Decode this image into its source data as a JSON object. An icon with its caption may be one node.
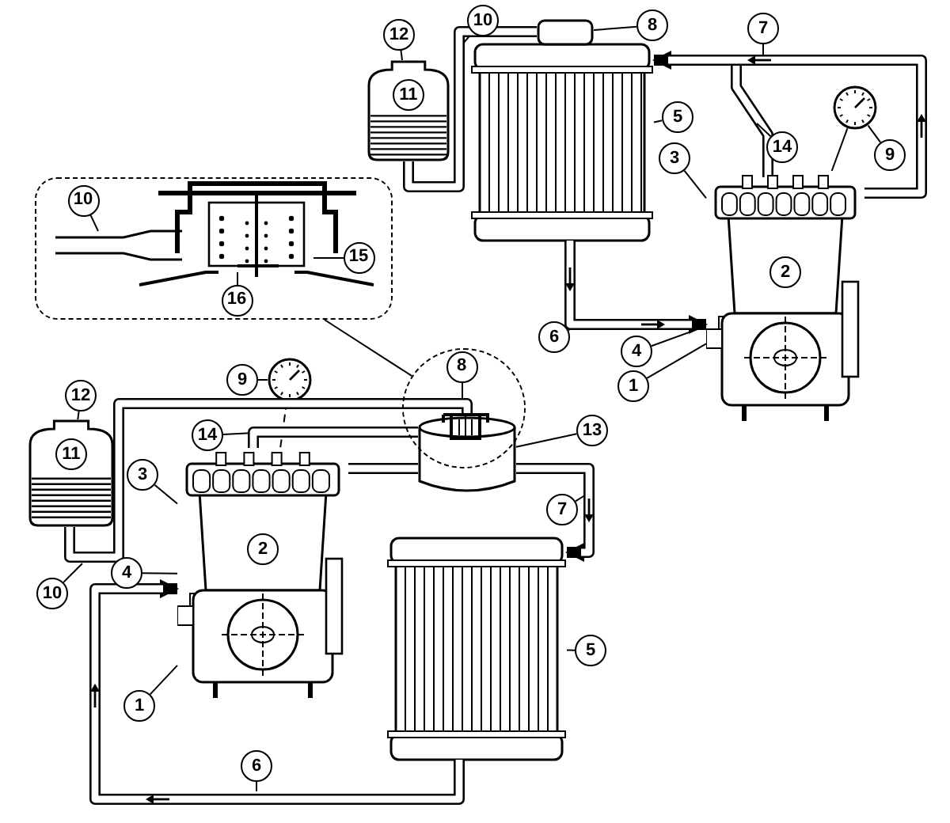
{
  "diagram": {
    "nodes": [
      {
        "text": [
          "12"
        ]
      },
      {
        "text": [
          "11"
        ]
      },
      {
        "text": [
          "10"
        ]
      },
      {
        "text": [
          "8"
        ]
      },
      {
        "text": [
          "7"
        ]
      },
      {
        "text": [
          "14"
        ]
      },
      {
        "text": [
          "9"
        ]
      },
      {
        "text": [
          "5"
        ]
      },
      {
        "text": [
          "3"
        ]
      },
      {
        "text": [
          "2"
        ]
      },
      {
        "text": [
          "6"
        ]
      },
      {
        "text": [
          "4"
        ]
      },
      {
        "text": [
          "1"
        ]
      },
      {
        "text": [],
        "shape": "box"
      },
      {
        "text": [
          "10"
        ],
        "in": 13
      },
      {
        "text": [
          "15"
        ],
        "in": 13
      },
      {
        "text": [
          "16"
        ],
        "in": 13
      },
      {
        "text": [],
        "shape": "circle"
      },
      {
        "text": [
          "8"
        ],
        "in": 17
      },
      {
        "text": [
          "9"
        ]
      },
      {
        "text": [
          "12"
        ]
      },
      {
        "text": [
          "11"
        ]
      },
      {
        "text": [
          "14"
        ]
      },
      {
        "text": [
          "13"
        ]
      },
      {
        "text": [
          "3"
        ]
      },
      {
        "text": [
          "2"
        ]
      },
      {
        "text": [
          "7"
        ]
      },
      {
        "text": [
          "10"
        ]
      },
      {
        "text": [
          "4"
        ]
      },
      {
        "text": [
          "5"
        ]
      },
      {
        "text": [
          "1"
        ]
      },
      {
        "text": [
          "6"
        ]
      },
      {
        "text": [],
        "shape": "picture"
      },
      {
        "text": [],
        "shape": "box"
      },
      {
        "text": [],
        "shape": "picture"
      },
      {
        "text": [],
        "shape": "picture"
      },
      {
        "text": [],
        "shape": "picture"
      },
      {
        "text": [],
        "shape": "cylinder"
      }
    ],
    "edges": [
      {
        "from": 0,
        "to": 1,
        "arrow": "none"
      },
      {
        "from": 2,
        "to": null,
        "arrow": "none"
      },
      {
        "from": 3,
        "to": 33,
        "arrow": "none"
      },
      {
        "from": 4,
        "to": null,
        "arrow": "none"
      },
      {
        "from": 5,
        "to": null,
        "arrow": "none"
      },
      {
        "from": 6,
        "to": 34,
        "arrow": "none"
      },
      {
        "from": 7,
        "to": 32,
        "arrow": "none"
      },
      {
        "from": 8,
        "to": 9,
        "arrow": "none"
      },
      {
        "from": 10,
        "to": null,
        "arrow": "none"
      },
      {
        "from": 11,
        "to": 9,
        "arrow": "none"
      },
      {
        "from": 12,
        "to": 9,
        "arrow": "none"
      },
      {
        "from": 14,
        "to": null,
        "arrow": "none"
      },
      {
        "from": 15,
        "to": null,
        "arrow": "none"
      },
      {
        "from": 16,
        "to": null,
        "arrow": "none"
      },
      {
        "from": 13,
        "to": 17,
        "arrow": "none"
      },
      {
        "from": 18,
        "to": null,
        "arrow": "none"
      },
      {
        "from": 19,
        "to": 36,
        "arrow": "none"
      },
      {
        "from": 20,
        "to": 21,
        "arrow": "none"
      },
      {
        "from": 22,
        "to": null,
        "arrow": "none"
      },
      {
        "from": 23,
        "to": 37,
        "arrow": "none"
      },
      {
        "from": 24,
        "to": 25,
        "arrow": "none"
      },
      {
        "from": 26,
        "to": null,
        "arrow": "none"
      },
      {
        "from": 27,
        "to": null,
        "arrow": "none"
      },
      {
        "from": 28,
        "to": 25,
        "arrow": "none"
      },
      {
        "from": 29,
        "to": 35,
        "arrow": "none"
      },
      {
        "from": 30,
        "to": 25,
        "arrow": "none"
      },
      {
        "from": 31,
        "to": null,
        "arrow": "none"
      },
      {
        "from": 34,
        "to": 9,
        "arrow": "none"
      },
      {
        "from": 36,
        "to": 25,
        "arrow": "none",
        "style": "dashed"
      },
      {
        "from": 9,
        "to": 32,
        "arrow": "to",
        "style": "thick"
      },
      {
        "from": 32,
        "to": 9,
        "arrow": "to",
        "style": "thick"
      },
      {
        "from": 1,
        "to": 33,
        "arrow": "none",
        "style": "thick"
      },
      {
        "from": 21,
        "to": 37,
        "arrow": "none",
        "style": "thick"
      },
      {
        "from": 25,
        "to": 37,
        "arrow": "none",
        "style": "thick"
      },
      {
        "from": 25,
        "to": 37,
        "arrow": "none",
        "style": "thick"
      },
      {
        "from": 37,
        "to": 35,
        "arrow": "to",
        "style": "thick"
      },
      {
        "from": 35,
        "to": 25,
        "arrow": "to",
        "style": "thick"
      }
    ]
  }
}
